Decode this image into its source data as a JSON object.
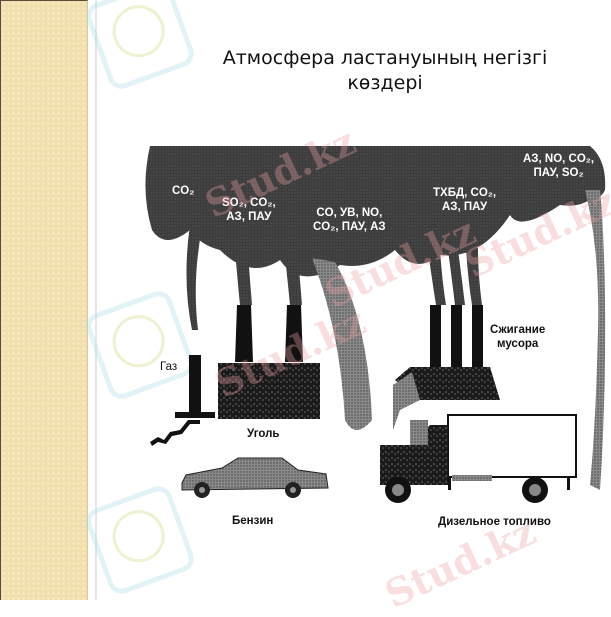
{
  "slide": {
    "title_line1": "Атмосфера ластануының негізгі",
    "title_line2": "көздері",
    "watermark": "Stud.kz"
  },
  "diagram": {
    "cloud_labels": [
      {
        "id": "co2",
        "line1": "CO₂",
        "line2": ""
      },
      {
        "id": "coal",
        "line1": "SO₂, CO₂,",
        "line2": "АЗ, ПАУ"
      },
      {
        "id": "petrol",
        "line1": "CO, УВ, NO,",
        "line2": "CO₂, ПАУ, АЗ"
      },
      {
        "id": "waste",
        "line1": "ТХБД, CO₂,",
        "line2": "АЗ, ПАУ"
      },
      {
        "id": "diesel",
        "line1": "АЗ, NO, CO₂,",
        "line2": "ПАУ, SO₂"
      }
    ],
    "sources": [
      {
        "id": "gas",
        "label": "Газ"
      },
      {
        "id": "coal",
        "label": "Уголь"
      },
      {
        "id": "waste",
        "label_line1": "Сжигание",
        "label_line2": "мусора"
      },
      {
        "id": "petrol",
        "label": "Бензин"
      },
      {
        "id": "diesel",
        "label": "Дизельное топливо"
      }
    ],
    "colors": {
      "smoke": "#3a3a3a",
      "plume": "#555555",
      "ink": "#111111"
    }
  }
}
